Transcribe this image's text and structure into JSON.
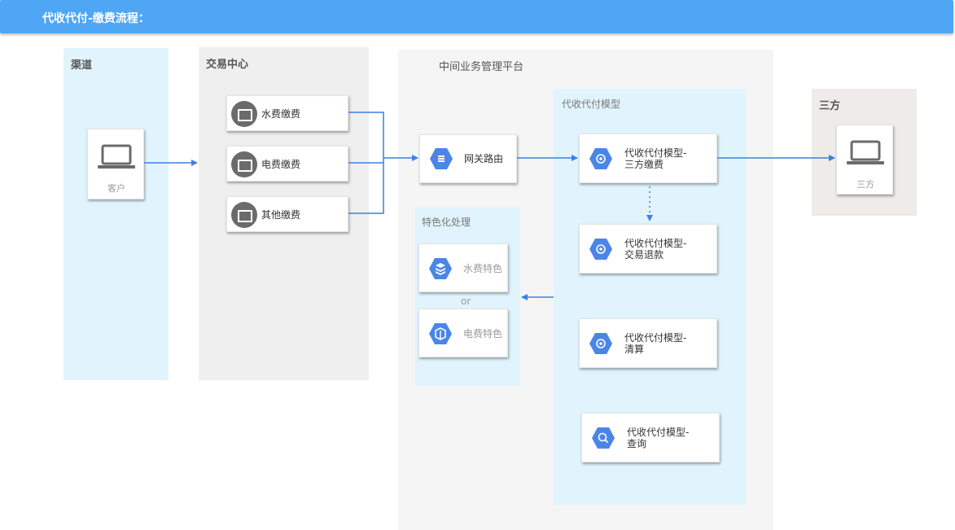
{
  "header": {
    "title": "代收代付-缴费流程："
  },
  "channel": {
    "label": "渠道",
    "client_label": "客户"
  },
  "trade_center": {
    "label": "交易中心",
    "items": [
      "水费缴费",
      "电费缴费",
      "其他缴费"
    ]
  },
  "platform": {
    "label": "中间业务管理平台",
    "gateway_label": "网关路由",
    "special": {
      "label": "特色化处理",
      "items": [
        "水费特色",
        "电费特色"
      ],
      "or_label": "or"
    },
    "model": {
      "label": "代收代付模型",
      "items": [
        [
          "代收代付模型-",
          "三方缴费"
        ],
        [
          "代收代付模型-",
          "交易退款"
        ],
        [
          "代收代付模型-",
          "清算"
        ],
        [
          "代收代付模型-",
          "查询"
        ]
      ]
    }
  },
  "third_party": {
    "label": "三方",
    "device_label": "三方"
  },
  "colors": {
    "header": "#4ea6f5",
    "panel_blue": "#e1f4fd",
    "panel_gray": "#efefef",
    "panel_platform": "#f5f5f5",
    "panel_third": "#efebe9",
    "arrow": "#3b7fe6",
    "hex": "#4a86e8"
  }
}
